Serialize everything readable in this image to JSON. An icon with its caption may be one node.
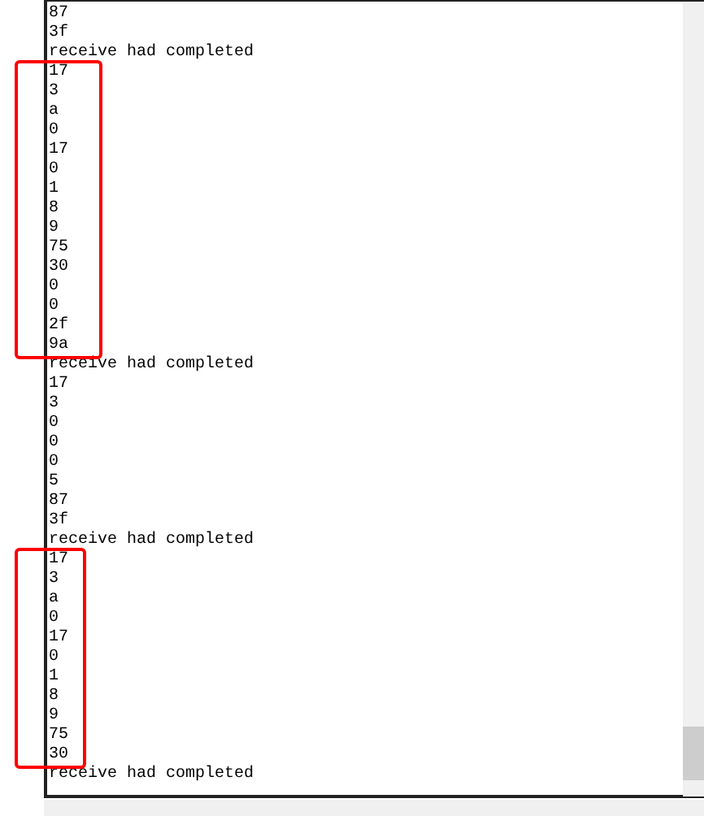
{
  "diagram": {
    "nodes": [
      {
        "text": [
          "17",
          "3",
          "a",
          "0",
          "17",
          "0",
          "1",
          "8",
          "9",
          "75",
          "30",
          "0",
          "0",
          "2f",
          "9a"
        ]
      },
      {
        "text": [
          "17",
          "3",
          "a",
          "0",
          "17",
          "0",
          "1",
          "8",
          "9",
          "75",
          "30"
        ]
      }
    ],
    "edges": [],
    "labels": [
      "87",
      "3f",
      "receive had completed",
      "receive had completed",
      "17",
      "3",
      "0",
      "0",
      "0",
      "5",
      "87",
      "3f",
      "receive had completed",
      "receive had completed"
    ]
  }
}
